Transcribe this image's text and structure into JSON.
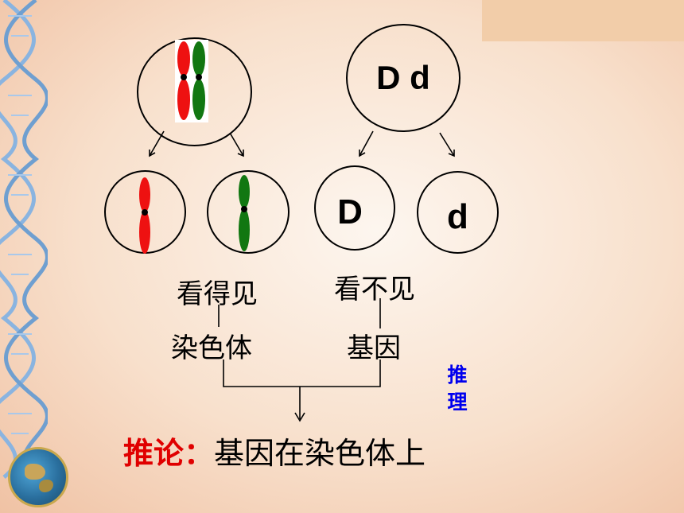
{
  "top_right_cell": {
    "genotype": "D d"
  },
  "daughter_cells": {
    "left_gene": "D",
    "right_gene": "d"
  },
  "labels": {
    "visible": "看得见",
    "invisible": "看不见",
    "chromosome": "染色体",
    "gene": "基因"
  },
  "reasoning": {
    "char1": "推",
    "char2": "理"
  },
  "conclusion": {
    "prefix": "推论：",
    "text": "基因在染色体上"
  },
  "colors": {
    "chromosome_red": "#ee1111",
    "chromosome_green": "#117711",
    "reasoning_blue": "#0000ee",
    "conclusion_red": "#e00000"
  }
}
